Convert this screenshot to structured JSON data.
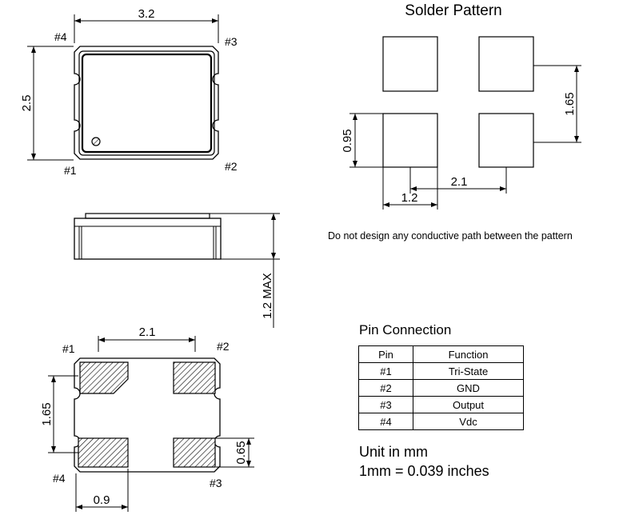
{
  "top_view": {
    "width_label": "3.2",
    "height_label": "2.5",
    "pins": {
      "p1": "#1",
      "p2": "#2",
      "p3": "#3",
      "p4": "#4"
    }
  },
  "side_view": {
    "height_label": "1.2 MAX"
  },
  "bottom_view": {
    "pitch_x_label": "2.1",
    "pitch_y_label": "1.65",
    "pad_width_label": "0.9",
    "pad_height_label": "0.65",
    "pins": {
      "p1": "#1",
      "p2": "#2",
      "p3": "#3",
      "p4": "#4"
    }
  },
  "solder_pattern": {
    "title": "Solder Pattern",
    "pitch_y_label": "1.65",
    "pad_height_label": "0.95",
    "pitch_x_label": "2.1",
    "pad_width_label": "1.2",
    "note": "Do not design any conductive path between the pattern"
  },
  "pin_connection": {
    "title": "Pin Connection",
    "headers": [
      "Pin",
      "Function"
    ],
    "rows": [
      [
        "#1",
        "Tri-State"
      ],
      [
        "#2",
        "GND"
      ],
      [
        "#3",
        "Output"
      ],
      [
        "#4",
        "Vdc"
      ]
    ]
  },
  "units": {
    "line1": "Unit in mm",
    "line2": "1mm = 0.039 inches"
  }
}
